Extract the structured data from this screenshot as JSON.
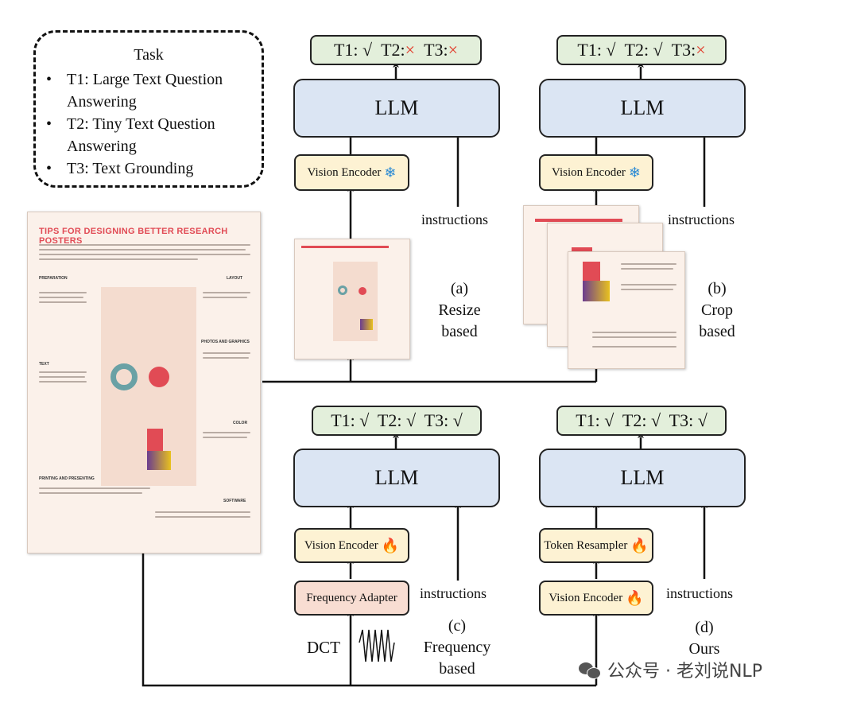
{
  "task": {
    "title": "Task",
    "items": [
      "T1: Large Text Question Answering",
      "T2: Tiny Text Question Answering",
      "T3: Text Grounding"
    ]
  },
  "poster": {
    "title": "TIPS FOR DESIGNING BETTER RESEARCH POSTERS",
    "sections": [
      "PREPARATION",
      "TEXT",
      "PRINTING AND PRESENTING",
      "LAYOUT",
      "PHOTOS AND GRAPHICS",
      "COLOR",
      "SOFTWARE"
    ]
  },
  "panels": {
    "a": {
      "result": {
        "t1": "T1: √",
        "t2": "T2:",
        "t2_mark": "×",
        "t3": "T3:",
        "t3_mark": "×"
      },
      "llm": "LLM",
      "encoder": "Vision Encoder",
      "encoder_icon": "snowflake-icon",
      "instructions": "instructions",
      "caption": [
        "(a)",
        "Resize",
        "based"
      ]
    },
    "b": {
      "result": {
        "t1": "T1: √",
        "t2": "T2: √",
        "t3": "T3:",
        "t3_mark": "×"
      },
      "llm": "LLM",
      "encoder": "Vision Encoder",
      "encoder_icon": "snowflake-icon",
      "instructions": "instructions",
      "caption": [
        "(b)",
        "Crop",
        "based"
      ]
    },
    "c": {
      "result": "T1: √  T2: √  T3: √",
      "llm": "LLM",
      "encoder": "Vision Encoder",
      "encoder_icon": "fire-icon",
      "adapter": "Frequency Adapter",
      "instructions": "instructions",
      "dct": "DCT",
      "caption": [
        "(c)",
        "Frequency",
        "based"
      ]
    },
    "d": {
      "result": "T1: √  T2: √  T3: √",
      "llm": "LLM",
      "resampler": "Token Resampler",
      "encoder": "Vision Encoder",
      "encoder_icon": "fire-icon",
      "instructions": "instructions",
      "caption": [
        "(d)",
        "Ours"
      ]
    }
  },
  "watermark": "公众号 · 老刘说NLP",
  "colors": {
    "result_fill": "#e3efdb",
    "llm_fill": "#dbe5f3",
    "encoder_fill": "#fdf2d3",
    "adapter_fill": "#f8ddd2",
    "cross_mark": "#e23b2a",
    "poster_title": "#e14b55"
  }
}
